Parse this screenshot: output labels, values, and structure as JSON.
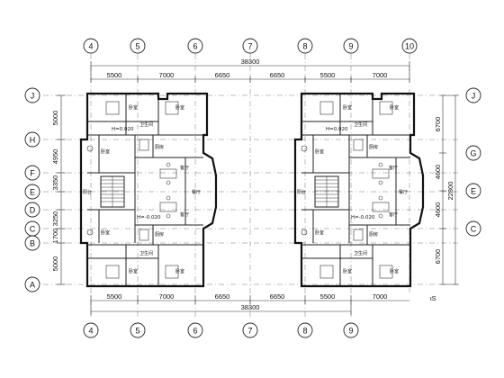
{
  "axes_top": [
    "4",
    "5",
    "6",
    "7",
    "8",
    "9",
    "10"
  ],
  "axes_bottom": [
    "4",
    "5",
    "6",
    "7",
    "8",
    "9"
  ],
  "axes_left": [
    "J",
    "H",
    "F",
    "E",
    "D",
    "C",
    "B",
    "A"
  ],
  "axes_right": [
    "J",
    "G",
    "E",
    "C"
  ],
  "dims_top": [
    "5500",
    "7000",
    "6650",
    "6650",
    "5500",
    "7000"
  ],
  "dims_bottom": [
    "5500",
    "7000",
    "6650",
    "6650",
    "5500",
    "7000"
  ],
  "total_width": "38300",
  "dims_left": [
    "5000",
    "4950",
    "3350",
    "3250",
    "1700",
    "5000"
  ],
  "dims_right": [
    "6700",
    "4600",
    "4600",
    "6700"
  ],
  "total_height_right": "22800",
  "floor_marks": [
    "H=0.020",
    "H=0.020",
    "H=-0.020",
    "H=-0.020"
  ],
  "room_labels": {
    "bedroom": "卧室",
    "living": "客厅",
    "kitchen": "厨房",
    "bath": "卫生间",
    "dining": "餐厅",
    "balcony": "阳台"
  },
  "corner_note": "ιS"
}
